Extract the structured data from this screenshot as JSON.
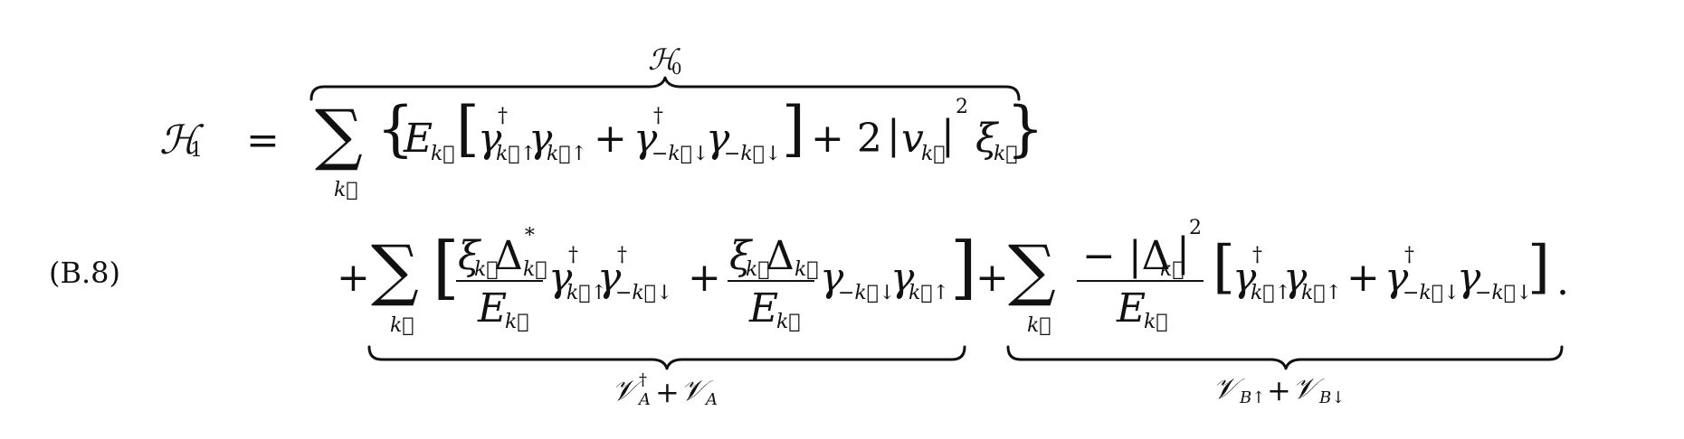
{
  "equation": {
    "label": "(B.8)",
    "lhs": "ℋ",
    "lhs_sub": "1",
    "eq": "=",
    "over_label": "ℋ",
    "over_label_sub": "0",
    "under_left_label": "𝒱",
    "under_left_sup": "†",
    "under_left_sub": "A",
    "under_left_plus": "+",
    "under_left_v2": "𝒱",
    "under_left_v2_sub": "A",
    "under_right_label": "𝒱",
    "under_right_sub": "B↑",
    "under_right_plus": "+",
    "under_right_v2": "𝒱",
    "under_right_v2_sub": "B↓",
    "sum_symbol": "∑",
    "sum_index": "k⃗",
    "line1": {
      "open_curly": "{",
      "E": "E",
      "E_sub": "k⃗",
      "open_sq": "[",
      "g1": "γ",
      "g1_sup": "†",
      "g1_sub": "k⃗↑",
      "g2": "γ",
      "g2_sub": "k⃗↑",
      "plus": "+",
      "g3": "γ",
      "g3_sup": "†",
      "g3_sub": "−k⃗↓",
      "g4": "γ",
      "g4_sub": "−k⃗↓",
      "close_sq": "]",
      "plus2": "+ 2",
      "abs_open": "|",
      "v": "v",
      "v_sub": "k⃗",
      "abs_close": "|",
      "sq": "2",
      "xi": "ξ",
      "xi_sub": "k⃗",
      "close_curly": "}"
    },
    "line2": {
      "plus_lead": "+",
      "open_sq": "[",
      "f1_num": "ξ",
      "f1_num_sub": "k⃗",
      "f1_delta": "Δ",
      "f1_delta_sup": "∗",
      "f1_delta_sub": "k⃗",
      "f1_den": "E",
      "f1_den_sub": "k⃗",
      "g1": "γ",
      "g1_sup": "†",
      "g1_sub": "k⃗↑",
      "g2": "γ",
      "g2_sup": "†",
      "g2_sub": "−k⃗↓",
      "plus": "+",
      "f2_num": "ξ",
      "f2_num_sub": "k⃗",
      "f2_delta": "Δ",
      "f2_delta_sub": "k⃗",
      "f2_den": "E",
      "f2_den_sub": "k⃗",
      "g3": "γ",
      "g3_sub": "−k⃗↓",
      "g4": "γ",
      "g4_sub": "k⃗↑",
      "close_sq": "]",
      "plus_mid": "+",
      "f3_num": "− |Δ",
      "f3_num_sub": "k⃗",
      "f3_num_close": "|",
      "f3_num_sup": "2",
      "f3_den": "E",
      "f3_den_sub": "k⃗",
      "open_sq2": "[",
      "g5": "γ",
      "g5_sup": "†",
      "g5_sub": "k⃗↑",
      "g6": "γ",
      "g6_sub": "k⃗↑",
      "plus2": "+",
      "g7": "γ",
      "g7_sup": "†",
      "g7_sub": "−k⃗↓",
      "g8": "γ",
      "g8_sub": "−k⃗↓",
      "close_sq2": "]",
      "period": "."
    }
  }
}
